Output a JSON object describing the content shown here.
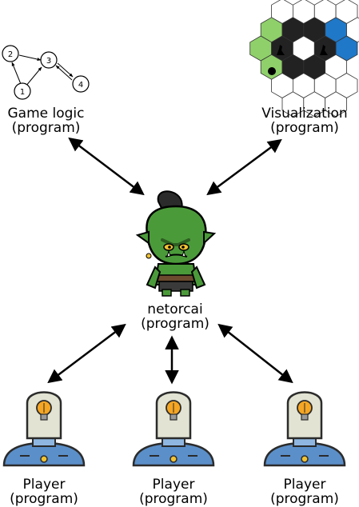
{
  "graph": {
    "nodes": [
      {
        "id": "2",
        "label": "2"
      },
      {
        "id": "3",
        "label": "3"
      },
      {
        "id": "1",
        "label": "1"
      },
      {
        "id": "4",
        "label": "4"
      }
    ]
  },
  "labels": {
    "game_logic": {
      "line1": "Game logic",
      "line2": "(program)"
    },
    "visualization": {
      "line1": "Visualization",
      "line2": "(program)"
    },
    "netorcai": {
      "line1": "netorcai",
      "line2": "(program)"
    },
    "player1": {
      "line1": "Player",
      "line2": "(program)"
    },
    "player2": {
      "line1": "Player",
      "line2": "(program)"
    },
    "player3": {
      "line1": "Player",
      "line2": "(program)"
    }
  },
  "colors": {
    "hex_green": "#8fd06a",
    "hex_black": "#222222",
    "hex_blue": "#1f78c8",
    "orc_skin": "#4b9a3a",
    "player_body": "#5b8fc9",
    "bulb": "#f5a623"
  },
  "icons": [
    "graph-icon",
    "hex-grid-icon",
    "orc-icon",
    "player-robot-icon"
  ]
}
